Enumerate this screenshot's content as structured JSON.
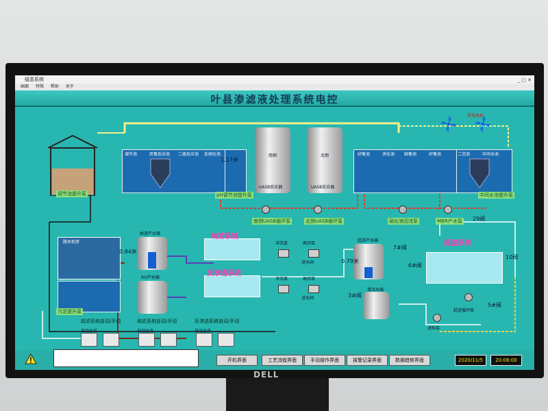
{
  "window": {
    "title": "组态系统",
    "menus": [
      "画面",
      "特殊",
      "帮助",
      "关于"
    ]
  },
  "page_title": "叶县渗滤液处理系统电控",
  "tanks_top": [
    "调节池",
    "厌氧反应池",
    "二级反应池",
    "反硝化池",
    "好氧池",
    "消化池",
    "缺氧池",
    "好氧池",
    "二沉池",
    "中间水池"
  ],
  "tower_labels": {
    "south": "南侧",
    "north": "北侧",
    "tower_tag": "UASB反应器"
  },
  "labels": {
    "regulating_pump": "调节池提升泵",
    "lift_pump": "pH调节池提升泵",
    "uasb_south_pump": "南侧UASB循环泵",
    "uasb_north_pump": "北侧UASB循环泵",
    "nitro_pump": "硝化液回流泵",
    "mbr_pump": "MBR产水泵",
    "mid_pump": "中间水池提升泵",
    "dewater_room": "脱水机房",
    "sludge_pump": "污泥提升泵",
    "nano_system": "纳滤系统",
    "ro_system": "反渗透系统",
    "uf_system": "超滤系统",
    "nano_tank": "纳滤产水箱",
    "ro_tank": "RO产水箱",
    "clean_tank": "清洗水箱",
    "cf_pump": "冲洗泵",
    "high_pump": "高压泵",
    "circ_pump": "超滤循环泵",
    "feed_pump": "进料泵",
    "in_pump": "进水阀",
    "uf_tank": "超滤产水箱",
    "top_blower": "罗茨风机"
  },
  "values": {
    "level_reg": "1.17米",
    "nano_level": "0.84米",
    "uf_level": "0.79米",
    "v29": "29阀",
    "v7": "7#阀",
    "v6": "6#阀",
    "v10": "10阀",
    "v3": "3#阀",
    "v5": "5#阀"
  },
  "controls": {
    "uf_auto": "超滤系统自动/手动",
    "nf_auto": "纳滤系统自动/手动",
    "ro_auto": "反渗透系统自动/手动",
    "auto_on": "自动允许"
  },
  "nav": {
    "start": "开机界面",
    "process": "工艺流程界面",
    "manual": "手动操作界面",
    "alarm": "报警记录界面",
    "trend": "数据趋势界面"
  },
  "status": {
    "date": "2020/11/5",
    "time": "20:06:00"
  },
  "brand": "DELL",
  "colors": {
    "screen": "#27b7b0",
    "tank": "#1c6bb0",
    "pink": "#ff3db4",
    "pipe_yellow": "#f4f08a",
    "pipe_red": "#e13b2a",
    "pipe_purple": "#5a3fb8"
  }
}
